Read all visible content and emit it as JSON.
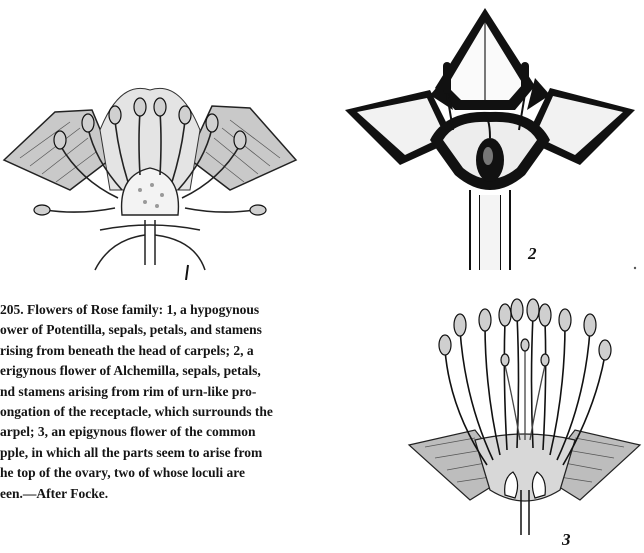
{
  "figure_labels": {
    "fig2": "2",
    "fig3": "3"
  },
  "caption": {
    "lines": [
      "205. Flowers of Rose family: 1, a hypogynous",
      "ower of Potentilla, sepals, petals, and stamens",
      "rising from beneath the head of carpels; 2, a",
      "erigynous flower of Alchemilla, sepals, petals,",
      "nd stamens arising from rim of urn-like pro-",
      "ongation of the receptacle, which surrounds the",
      "arpel; 3, an epigynous flower of the common",
      "pple, in which all the parts seem to arise from",
      "he top of the ovary, two of whose loculi are",
      "een.—After Focke."
    ]
  }
}
